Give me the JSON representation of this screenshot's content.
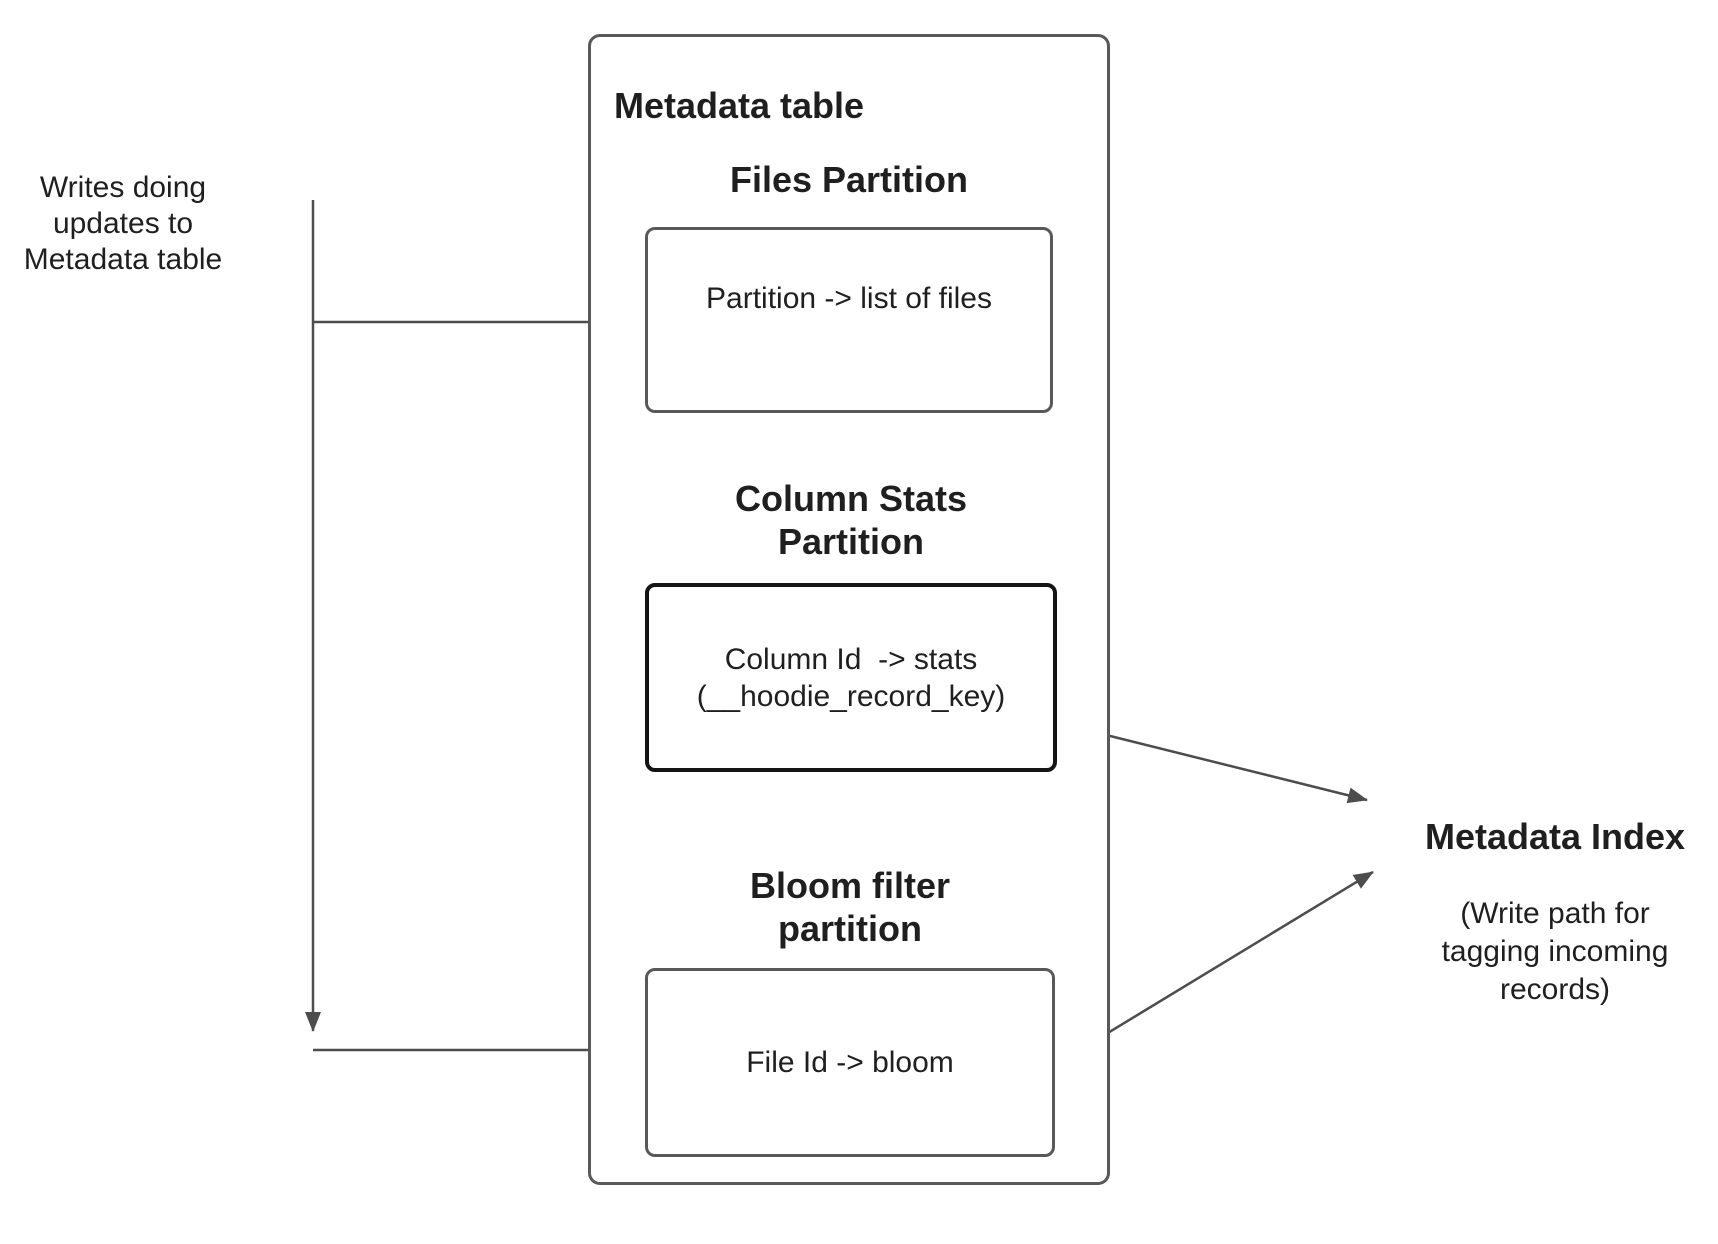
{
  "annotations": {
    "writes_note": "Writes doing\nupdates to\nMetadata table"
  },
  "metadata_table": {
    "title": "Metadata table",
    "partitions": [
      {
        "heading": "Files Partition",
        "body": "Partition -> list of files"
      },
      {
        "heading": "Column Stats\nPartition",
        "body": "Column Id  -> stats\n(__hoodie_record_key)"
      },
      {
        "heading": "Bloom filter\npartition",
        "body": "File Id -> bloom"
      }
    ]
  },
  "metadata_index": {
    "title": "Metadata Index",
    "note": "(Write path for\ntagging incoming\nrecords)"
  },
  "colors": {
    "background": "#ffffff",
    "box_border": "#595959",
    "emphasis_border": "#141414",
    "connector": "#4d4d4d",
    "text": "#1f1f1f"
  }
}
